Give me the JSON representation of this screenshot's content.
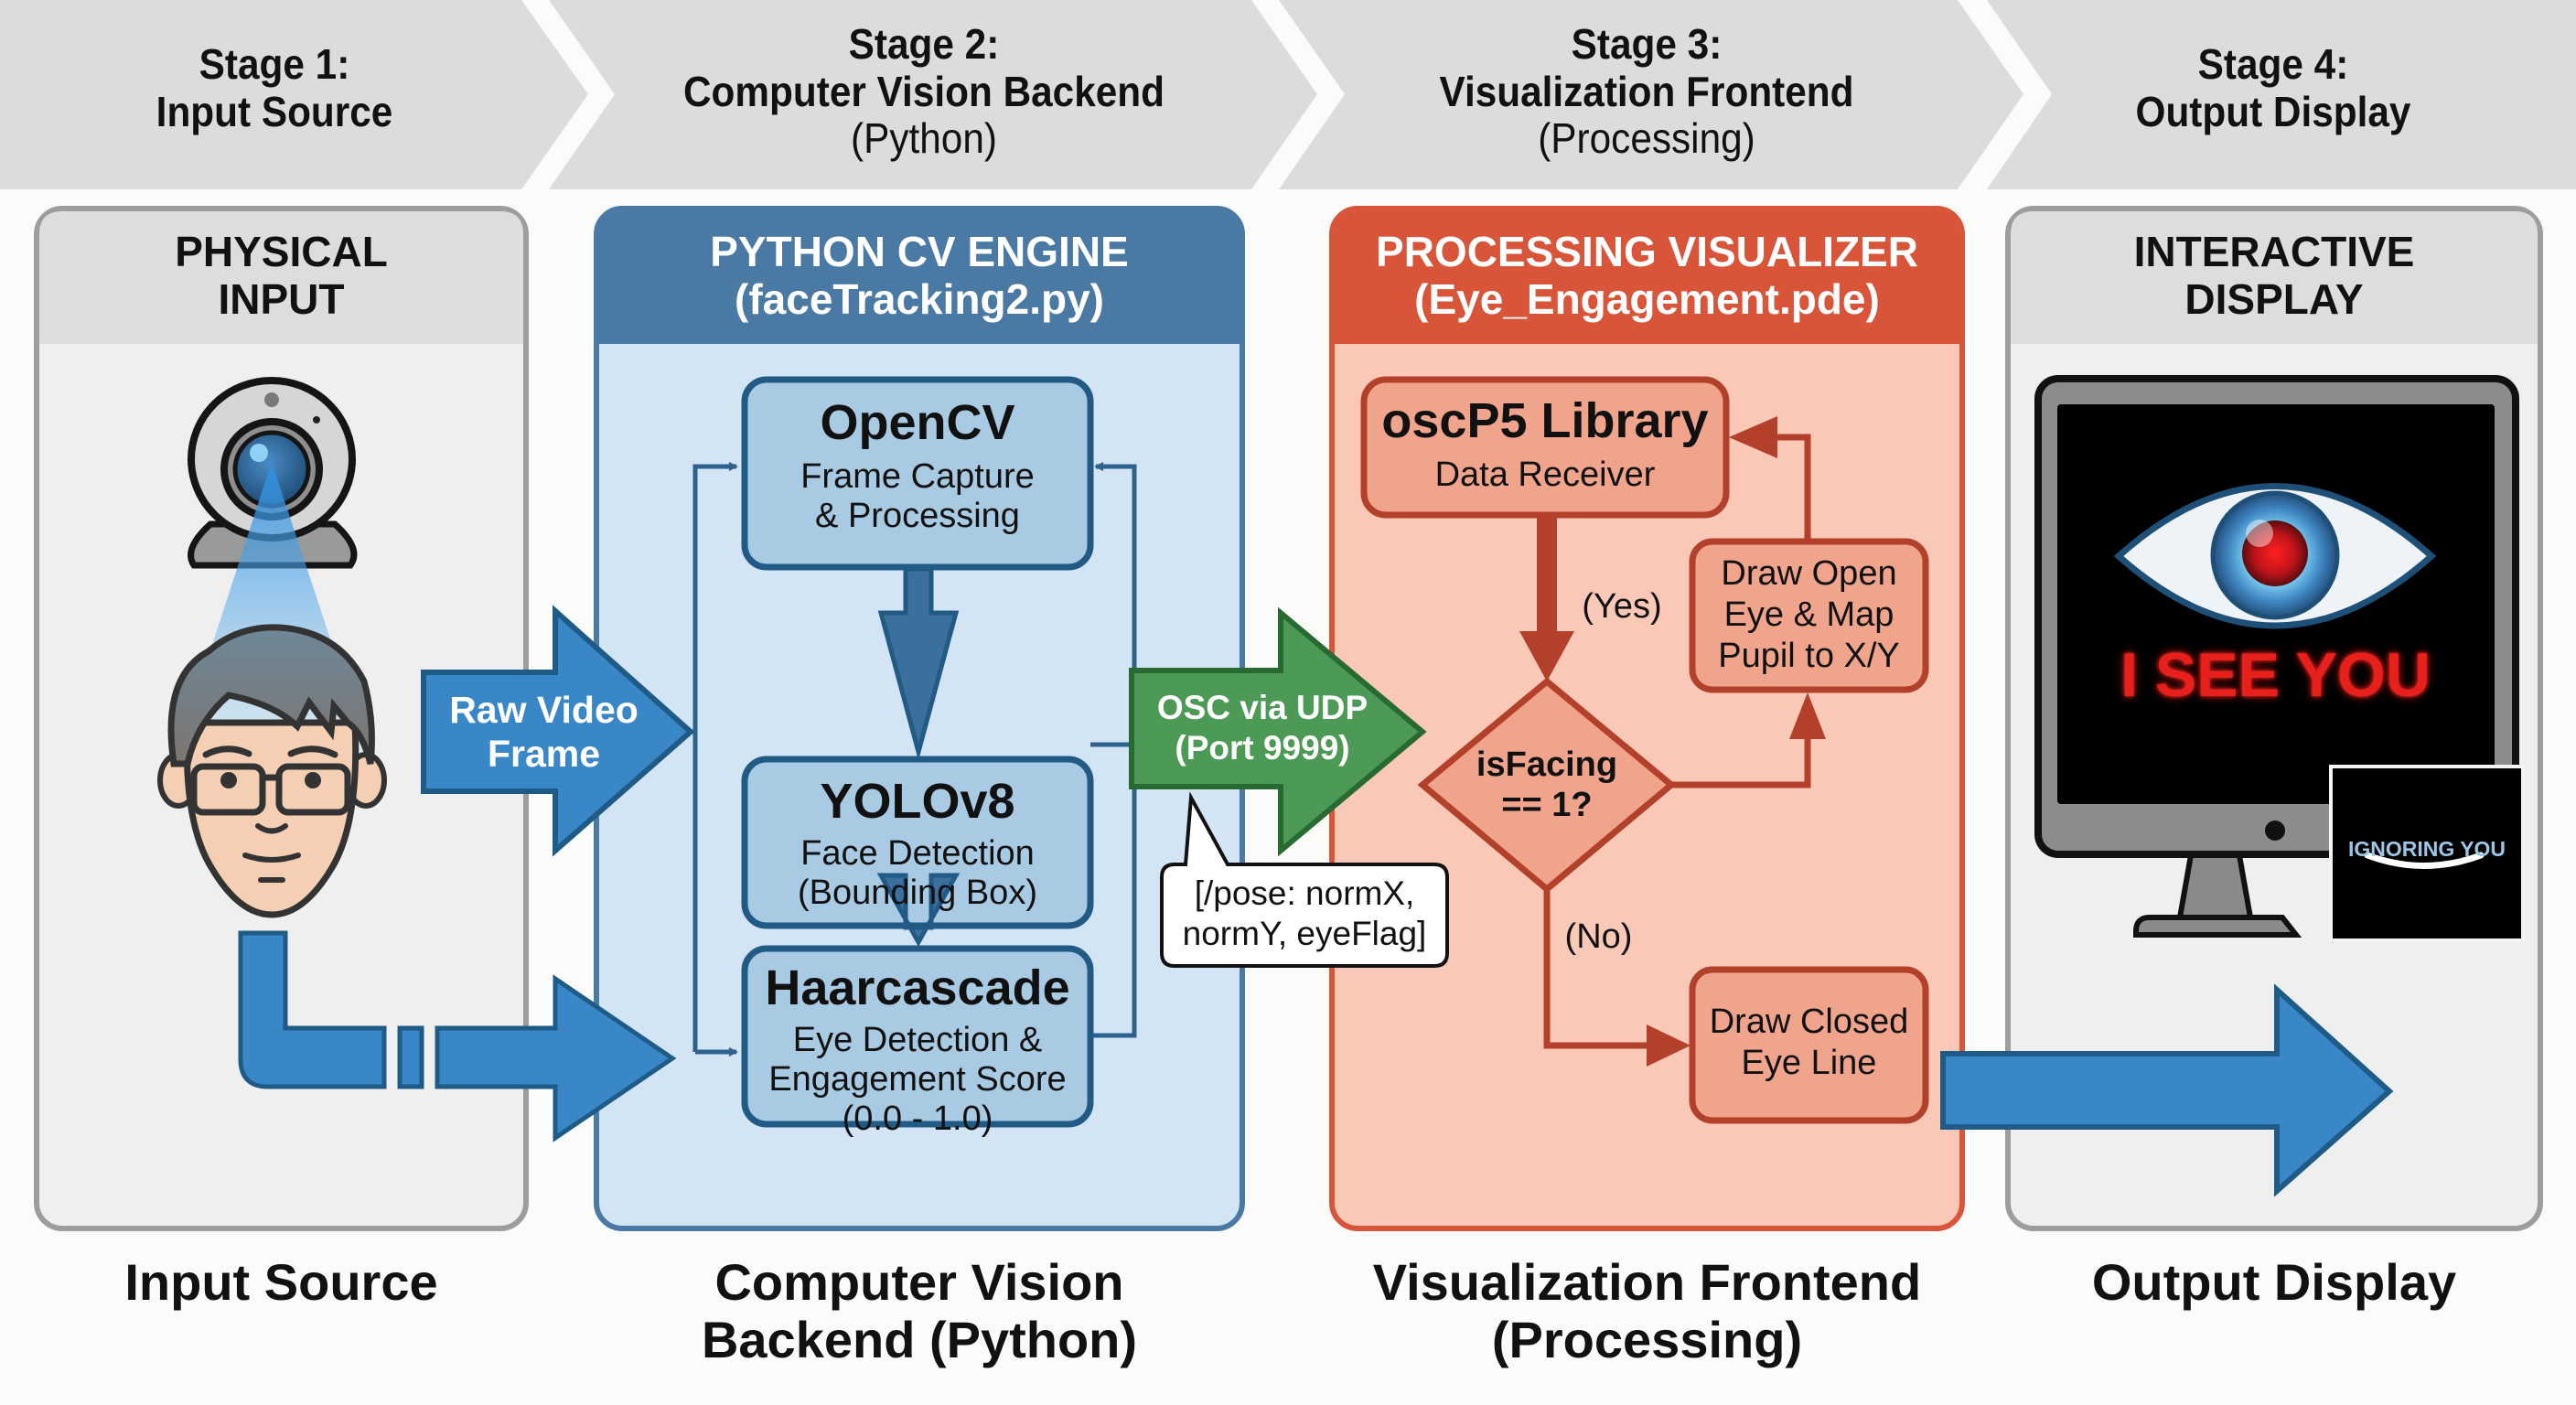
{
  "stages": [
    {
      "label": "Stage 1:",
      "title": "Input Source",
      "subtitle": ""
    },
    {
      "label": "Stage 2:",
      "title": "Computer Vision Backend",
      "subtitle": "(Python)"
    },
    {
      "label": "Stage 3:",
      "title": "Visualization Frontend",
      "subtitle": "(Processing)"
    },
    {
      "label": "Stage 4:",
      "title": "Output Display",
      "subtitle": ""
    }
  ],
  "panels": {
    "input": {
      "title_line1": "PHYSICAL",
      "title_line2": "INPUT",
      "footer": "Input Source",
      "icons": [
        "webcam-icon",
        "person-face-icon"
      ]
    },
    "python": {
      "title": "PYTHON CV ENGINE",
      "file": "(faceTracking2.py)",
      "footer_line1": "Computer Vision",
      "footer_line2": "Backend (Python)",
      "nodes": [
        {
          "name": "OpenCV",
          "desc_line1": "Frame Capture",
          "desc_line2": "& Processing",
          "desc_line3": ""
        },
        {
          "name": "YOLOv8",
          "desc_line1": "Face Detection",
          "desc_line2": "(Bounding Box)",
          "desc_line3": ""
        },
        {
          "name": "Haarcascade",
          "desc_line1": "Eye Detection &",
          "desc_line2": "Engagement Score",
          "desc_line3": "(0.0 - 1.0)"
        }
      ]
    },
    "processing": {
      "title": "PROCESSING VISUALIZER",
      "file": "(Eye_Engagement.pde)",
      "footer_line1": "Visualization Frontend",
      "footer_line2": "(Processing)",
      "receiver": {
        "name": "oscP5 Library",
        "desc": "Data Receiver"
      },
      "decision": {
        "line1": "isFacing",
        "line2": "== 1?"
      },
      "yes_label": "(Yes)",
      "no_label": "(No)",
      "open_eye": {
        "line1": "Draw Open",
        "line2": "Eye & Map",
        "line3": "Pupil to X/Y"
      },
      "closed_eye": {
        "line1": "Draw Closed",
        "line2": "Eye Line"
      }
    },
    "output": {
      "title_line1": "INTERACTIVE",
      "title_line2": "DISPLAY",
      "footer": "Output Display",
      "screen_text": "I SEE YOU",
      "inset_text": "IGNORING YOU",
      "icons": [
        "monitor-icon",
        "open-eye-icon",
        "closed-eye-icon"
      ]
    }
  },
  "connectors": {
    "raw_video": {
      "line1": "Raw Video",
      "line2": "Frame"
    },
    "osc": {
      "line1": "OSC via UDP",
      "line2": "(Port 9999)"
    },
    "osc_message": {
      "line1": "[/pose: normX,",
      "line2": "normY, eyeFlag]"
    }
  },
  "colors": {
    "header_gray": "#dcdcdc",
    "panel_gray": "#efefef",
    "python_blue": "#4a7aa4",
    "python_light": "#d3e5f4",
    "node_blue": "#a8cbe3",
    "processing_red": "#d9553a",
    "processing_light": "#f9c8b6",
    "node_red": "#f0a48b",
    "arrow_blue": "#3a87c8",
    "arrow_green": "#4d9a57",
    "alert_red": "#e8201c"
  }
}
